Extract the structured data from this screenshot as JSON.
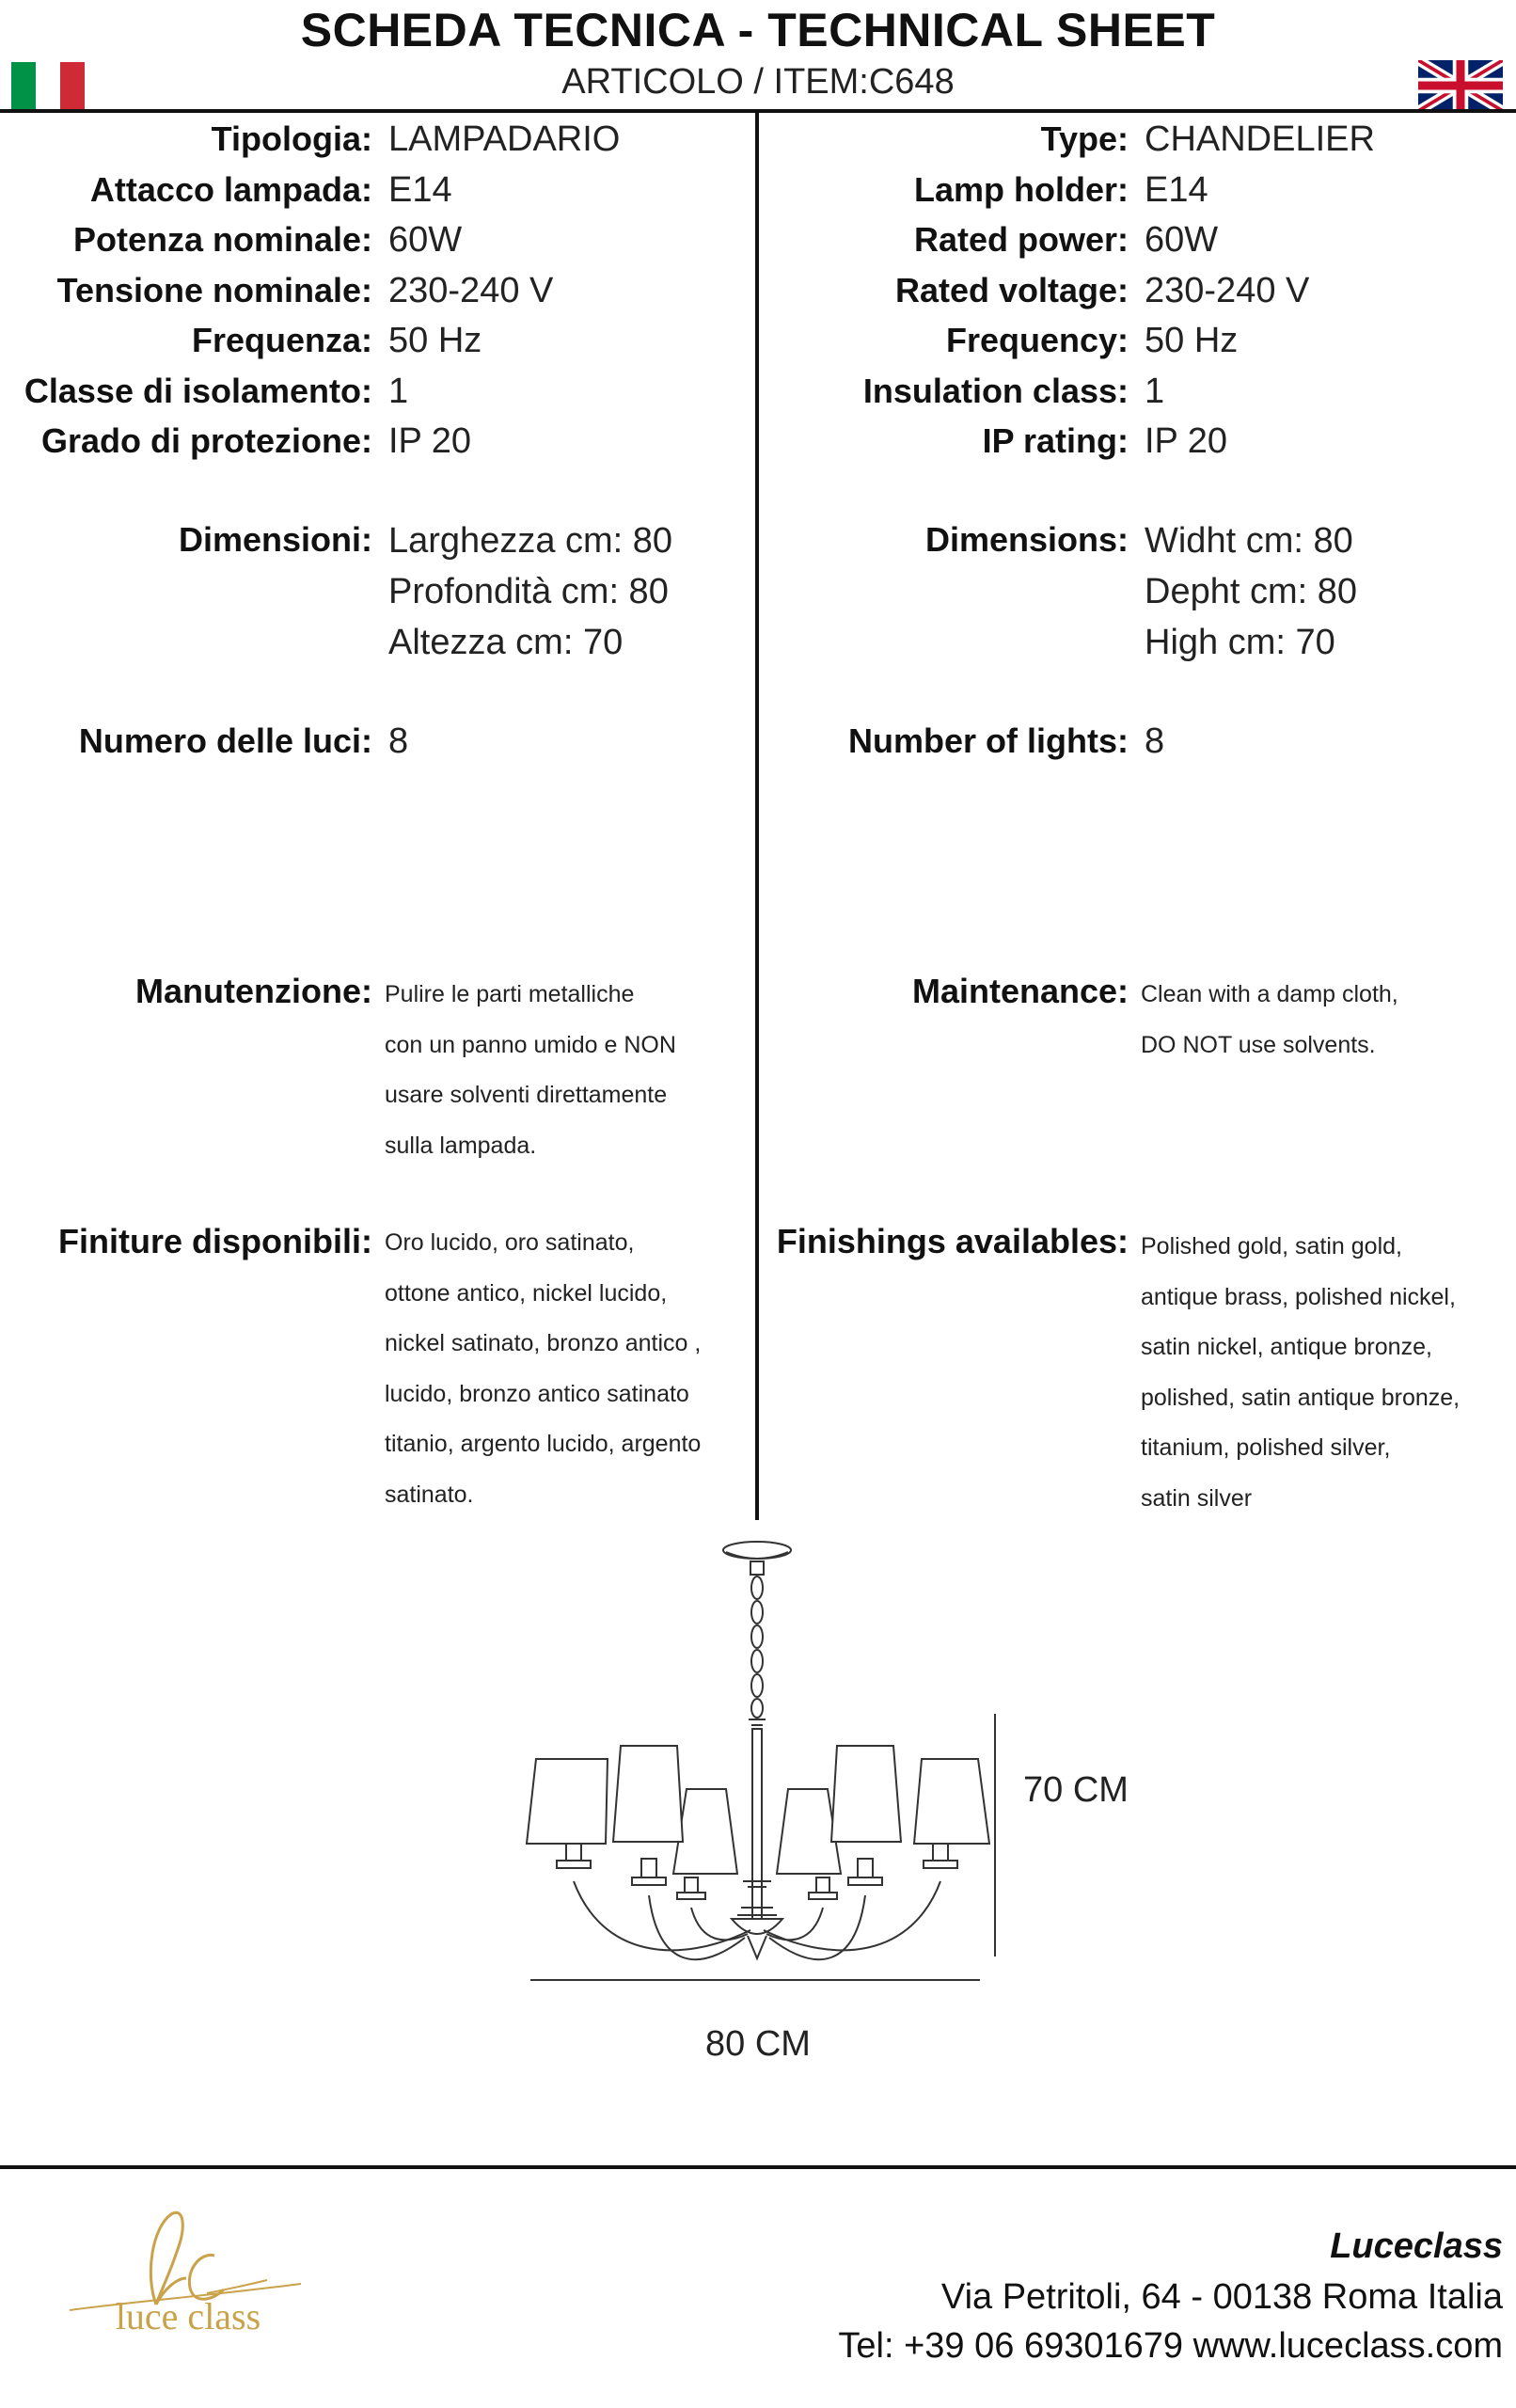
{
  "header": {
    "title": "SCHEDA TECNICA - TECHNICAL SHEET",
    "subtitle": "ARTICOLO / ITEM:C648"
  },
  "flags": {
    "italy_colors": [
      "#009246",
      "#ffffff",
      "#ce2b37"
    ],
    "uk_colors": [
      "#012169",
      "#ffffff",
      "#c8102e"
    ]
  },
  "specs_it": [
    {
      "label": "Tipologia:",
      "value": "LAMPADARIO"
    },
    {
      "label": "Attacco lampada:",
      "value": "E14"
    },
    {
      "label": "Potenza nominale:",
      "value": "60W"
    },
    {
      "label": "Tensione nominale:",
      "value": "230-240 V"
    },
    {
      "label": "Frequenza:",
      "value": "50 Hz"
    },
    {
      "label": "Classe di isolamento:",
      "value": "1"
    },
    {
      "label": "Grado di protezione:",
      "value": "IP 20"
    }
  ],
  "specs_en": [
    {
      "label": "Type:",
      "value": "CHANDELIER"
    },
    {
      "label": "Lamp holder:",
      "value": "E14"
    },
    {
      "label": "Rated power:",
      "value": "60W"
    },
    {
      "label": "Rated voltage:",
      "value": "230-240 V"
    },
    {
      "label": "Frequency:",
      "value": "50 Hz"
    },
    {
      "label": "Insulation class:",
      "value": "1"
    },
    {
      "label": "IP rating:",
      "value": "IP 20"
    }
  ],
  "dimensions_it": {
    "label": "Dimensioni:",
    "lines": [
      "Larghezza cm: 80",
      "Profondità cm: 80",
      "Altezza cm: 70"
    ]
  },
  "dimensions_en": {
    "label": "Dimensions:",
    "lines": [
      "Widht cm: 80",
      "Depht cm: 80",
      "High cm: 70"
    ]
  },
  "lights_it": {
    "label": "Numero delle luci:",
    "value": "8"
  },
  "lights_en": {
    "label": "Number of lights:",
    "value": "8"
  },
  "maintenance_it": {
    "label": "Manutenzione:",
    "lines": [
      "Pulire le parti metalliche",
      "con un panno umido e NON",
      "usare solventi direttamente",
      "sulla lampada."
    ]
  },
  "maintenance_en": {
    "label": "Maintenance:",
    "lines": [
      "Clean with a damp cloth,",
      "DO NOT use solvents."
    ]
  },
  "finishes_it": {
    "label": "Finiture disponibili:",
    "lines": [
      "Oro lucido, oro satinato,",
      "ottone antico, nickel lucido,",
      "nickel satinato, bronzo antico ,",
      "lucido, bronzo antico satinato",
      "titanio, argento lucido, argento",
      "satinato."
    ]
  },
  "finishes_en": {
    "label": "Finishings availables:",
    "lines": [
      "Polished gold, satin gold,",
      "antique brass, polished nickel,",
      "satin nickel, antique bronze,",
      "polished, satin antique bronze,",
      "titanium, polished silver,",
      "satin silver"
    ]
  },
  "drawing": {
    "height_label": "70 CM",
    "width_label": "80 CM"
  },
  "footer": {
    "logo_text": "luce class",
    "logo_monogram": "lc",
    "brand": "Luceclass",
    "address": "Via Petritoli, 64 - 00138 Roma Italia",
    "contact": "Tel: +39 06 69301679 www.luceclass.com",
    "logo_color": "#c9a24a"
  }
}
